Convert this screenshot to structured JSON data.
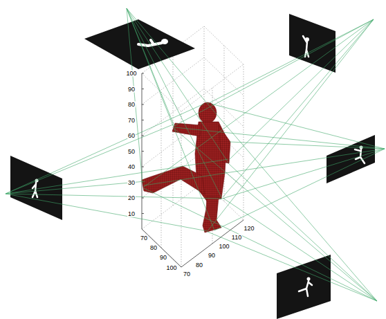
{
  "diagram": {
    "labels": [
      "100",
      "90",
      "80",
      "70",
      "60",
      "50",
      "40",
      "30",
      "20",
      "10",
      "70",
      "80",
      "90",
      "100",
      "70",
      "80",
      "90",
      "100",
      "110",
      "120"
    ]
  }
}
